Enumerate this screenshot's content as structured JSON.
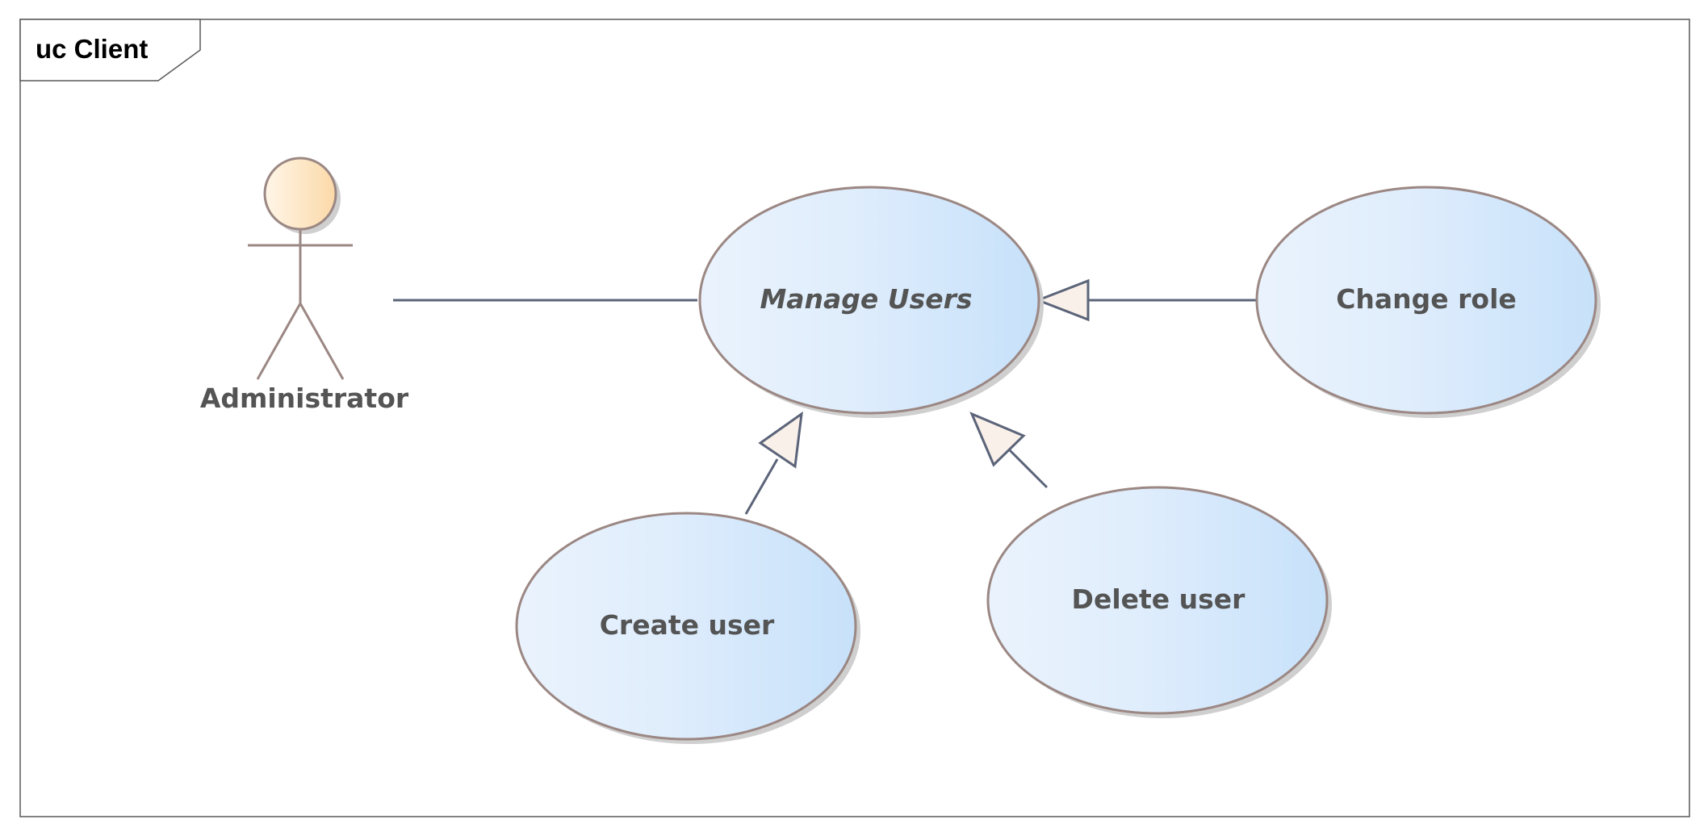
{
  "diagram": {
    "frame_title": "uc Client",
    "actor": {
      "name": "Administrator"
    },
    "use_cases": {
      "manage_users": {
        "label": "Manage Users",
        "abstract": true
      },
      "change_role": {
        "label": "Change role"
      },
      "create_user": {
        "label": "Create user"
      },
      "delete_user": {
        "label": "Delete user"
      }
    },
    "relationships": [
      {
        "type": "association",
        "from": "Administrator",
        "to": "Manage Users"
      },
      {
        "type": "generalization",
        "from": "Change role",
        "to": "Manage Users"
      },
      {
        "type": "generalization",
        "from": "Create user",
        "to": "Manage Users"
      },
      {
        "type": "generalization",
        "from": "Delete user",
        "to": "Manage Users"
      }
    ],
    "colors": {
      "frame_stroke": "#595959",
      "use_case_fill_light": "#eaf3fd",
      "use_case_fill_dark": "#c7e1fa",
      "use_case_stroke": "#9b8783",
      "actor_head_light": "#fff6e8",
      "actor_head_dark": "#fbd9a8",
      "actor_stroke": "#9b8783",
      "connector": "#5b6479",
      "arrowhead_fill": "#faf0ea",
      "label_text": "#545454",
      "shadow": "#cfcfcf"
    }
  }
}
